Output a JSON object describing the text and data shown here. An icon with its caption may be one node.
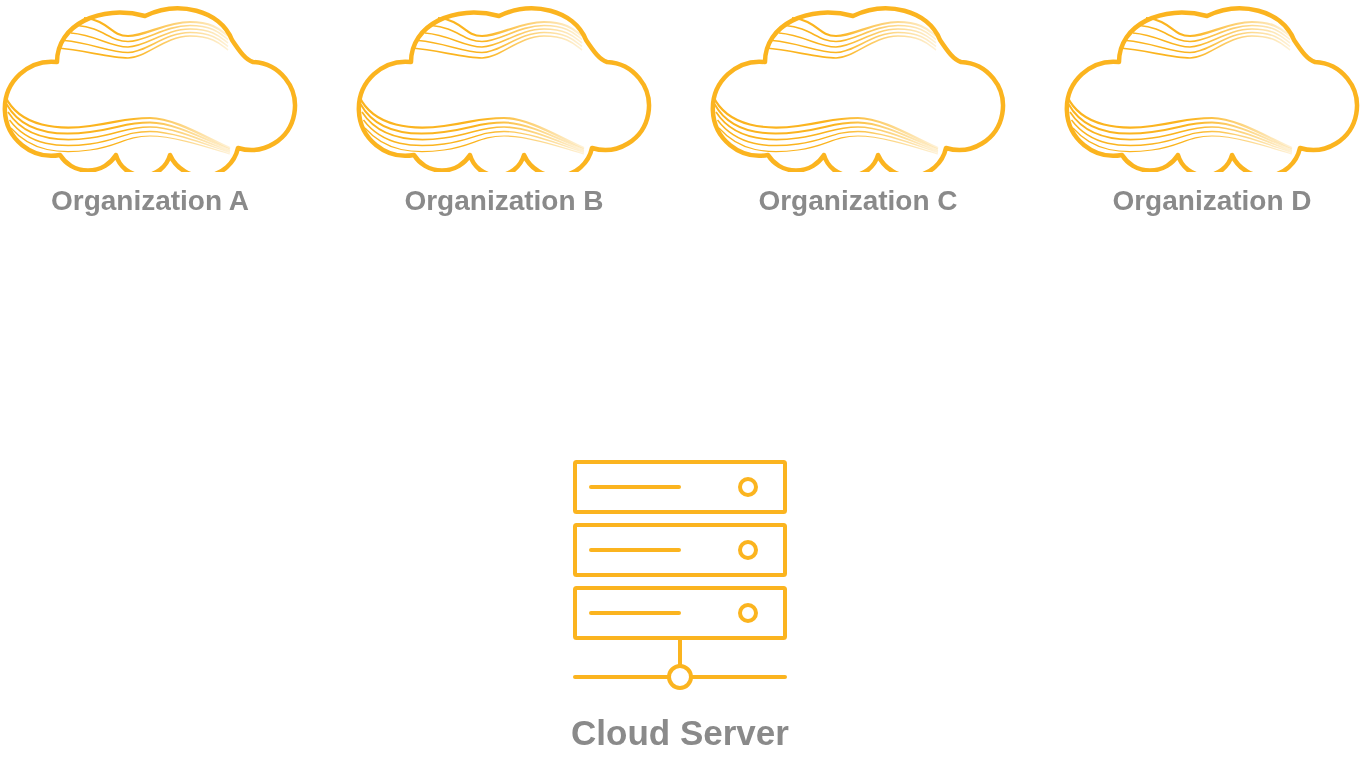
{
  "diagram": {
    "nodes": [
      {
        "text": [
          "Organization A"
        ]
      },
      {
        "text": [
          "Organization B"
        ]
      },
      {
        "text": [
          "Organization C"
        ]
      },
      {
        "text": [
          "Organization D"
        ]
      },
      {
        "text": [
          "Cloud Server"
        ]
      }
    ]
  }
}
